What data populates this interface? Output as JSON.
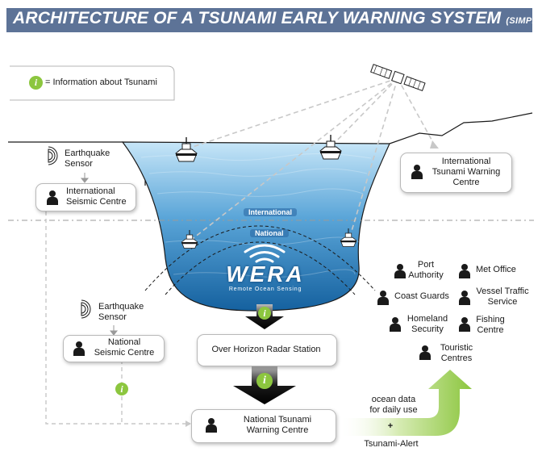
{
  "title": {
    "main": "ARCHITECTURE OF A TSUNAMI EARLY WARNING SYSTEM",
    "sub": "(SIMPLIFIED)"
  },
  "legend": {
    "icon": "info-icon",
    "text": "= Information about Tsunami"
  },
  "sea_labels": {
    "international": "International",
    "national": "National"
  },
  "wera": {
    "logo": "WERA",
    "tagline": "Remote Ocean Sensing"
  },
  "nodes": {
    "earthquake_sensor_top": "Earthquake\nSensor",
    "international_seismic_centre": "International\nSeismic Centre",
    "international_tsunami_warning_centre": "International\nTsunami Warning\nCentre",
    "earthquake_sensor_bottom": "Earthquake\nSensor",
    "national_seismic_centre": "National\nSeismic Centre",
    "over_horizon_radar_station": "Over Horizon Radar Station",
    "national_tsunami_warning_centre": "National Tsunami\nWarning Centre"
  },
  "recipients": {
    "port_authority": "Port\nAuthority",
    "met_office": "Met Office",
    "coast_guards": "Coast Guards",
    "vessel_traffic_service": "Vessel Traffic\nService",
    "homeland_security": "Homeland\nSecurity",
    "fishing_centre": "Fishing\nCentre",
    "touristic_centres": "Touristic\nCentres"
  },
  "outputs": {
    "ocean_data": "ocean data\nfor daily use",
    "plus": "+",
    "alert": "Tsunami-Alert"
  },
  "colors": {
    "title_bar": "#5d7397",
    "info_icon": "#8cc63f",
    "arrow_green": "#8cc63f",
    "sea_top": "#bfe0f5",
    "sea_bottom": "#1e6fb4"
  }
}
